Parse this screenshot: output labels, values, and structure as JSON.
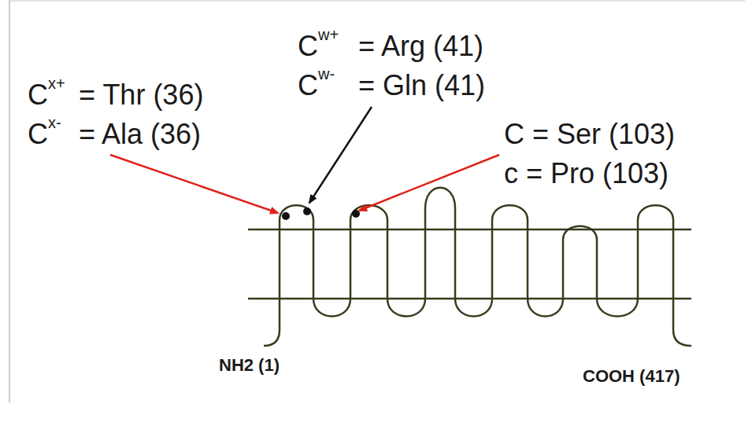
{
  "diagram": {
    "labels": [
      "C",
      "x+",
      "= Thr (36)",
      "C",
      "x-",
      "= Ala (36)",
      "C",
      "w+",
      "= Arg (41)",
      "C",
      "w-",
      "= Gln (41)",
      "C = Ser (103)",
      "c = Pro (103)",
      "NH2 (1)",
      "COOH (417)"
    ]
  }
}
